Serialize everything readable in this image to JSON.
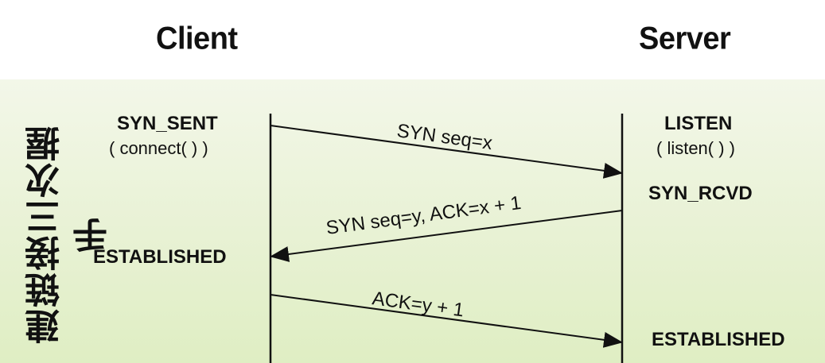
{
  "header": {
    "client_title": "Client",
    "server_title": "Server"
  },
  "side_label": "建链接三次握手",
  "client_states": {
    "syn_sent": "SYN_SENT",
    "syn_sent_call": "( connect( ) )",
    "established": "ESTABLISHED"
  },
  "server_states": {
    "listen": "LISTEN",
    "listen_call": "( listen( ) )",
    "syn_rcvd": "SYN_RCVD",
    "established": "ESTABLISHED"
  },
  "messages": [
    {
      "label": "SYN seq=x",
      "from": "client",
      "to": "server",
      "step": 1
    },
    {
      "label": "SYN seq=y, ACK=x + 1",
      "from": "server",
      "to": "client",
      "step": 2
    },
    {
      "label": "ACK=y + 1",
      "from": "client",
      "to": "server",
      "step": 3
    }
  ],
  "colors": {
    "panel_top": "#f3f7e9",
    "panel_bottom": "#dfeec3",
    "ink": "#111111"
  }
}
